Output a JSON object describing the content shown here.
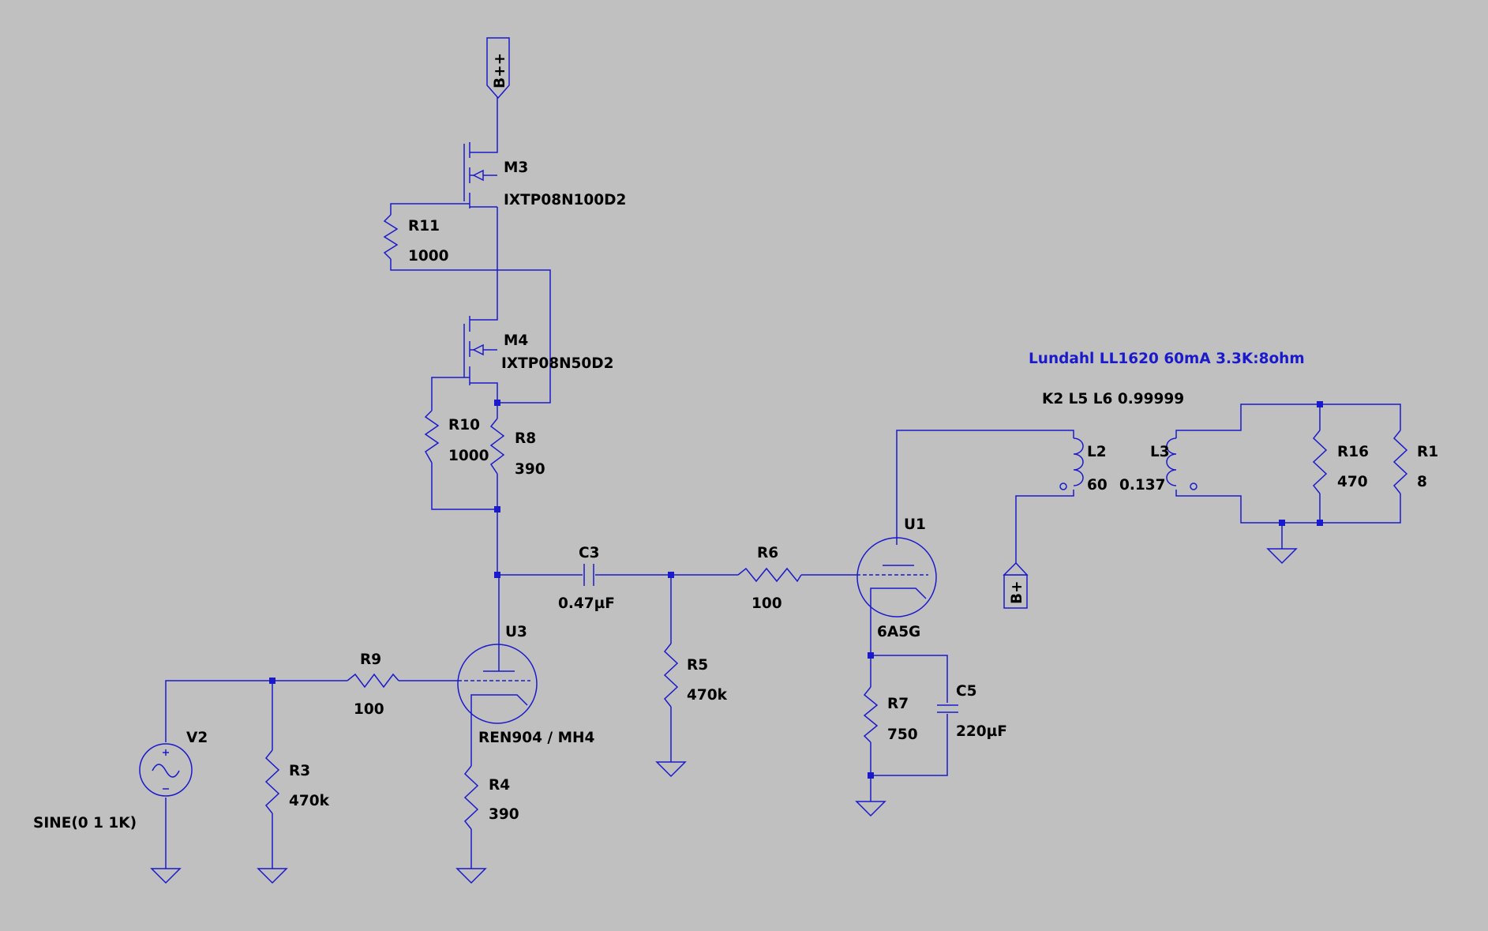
{
  "colors": {
    "background": "#c0c0c0",
    "wire": "#1a1acc",
    "text": "#000000",
    "directive": "#1a1acc"
  },
  "flags": {
    "bpp": "B++",
    "bp": "B+"
  },
  "components": {
    "m3": {
      "ref": "M3",
      "value": "IXTP08N100D2"
    },
    "m4": {
      "ref": "M4",
      "value": "IXTP08N50D2"
    },
    "r11": {
      "ref": "R11",
      "value": "1000"
    },
    "r10": {
      "ref": "R10",
      "value": "1000"
    },
    "r8": {
      "ref": "R8",
      "value": "390"
    },
    "c3": {
      "ref": "C3",
      "value": "0.47µF"
    },
    "r6": {
      "ref": "R6",
      "value": "100"
    },
    "r5": {
      "ref": "R5",
      "value": "470k"
    },
    "r9": {
      "ref": "R9",
      "value": "100"
    },
    "r3": {
      "ref": "R3",
      "value": "470k"
    },
    "r4": {
      "ref": "R4",
      "value": "390"
    },
    "u3": {
      "ref": "U3",
      "value": "REN904 / MH4"
    },
    "u1": {
      "ref": "U1",
      "value": "6A5G"
    },
    "v2": {
      "ref": "V2",
      "value": "SINE(0 1 1K)"
    },
    "r7": {
      "ref": "R7",
      "value": "750"
    },
    "c5": {
      "ref": "C5",
      "value": "220µF"
    },
    "l2": {
      "ref": "L2",
      "value": "60"
    },
    "l3": {
      "ref": "L3",
      "value": "0.137"
    },
    "r16": {
      "ref": "R16",
      "value": "470"
    },
    "r1": {
      "ref": "R1",
      "value": "8"
    }
  },
  "directives": {
    "comment": "Lundahl LL1620 60mA 3.3K:8ohm",
    "coupling": "K2 L5 L6 0.99999"
  }
}
